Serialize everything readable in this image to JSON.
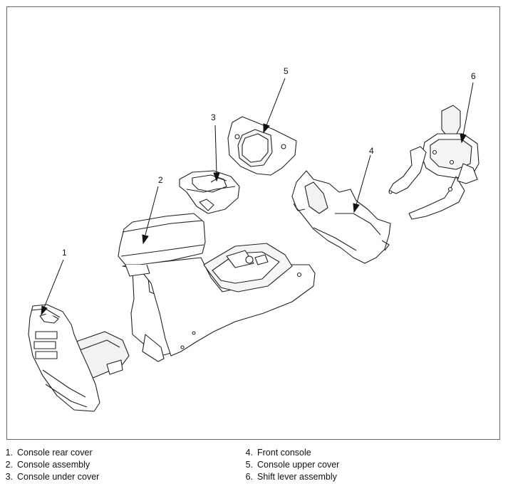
{
  "callouts": [
    "1",
    "2",
    "3",
    "4",
    "5",
    "6"
  ],
  "legend": {
    "left": [
      {
        "num": "1.",
        "label": "Console rear cover"
      },
      {
        "num": "2.",
        "label": "Console assembly"
      },
      {
        "num": "3.",
        "label": "Console under cover"
      }
    ],
    "right": [
      {
        "num": "4.",
        "label": "Front console"
      },
      {
        "num": "5.",
        "label": "Console upper cover"
      },
      {
        "num": "6.",
        "label": "Shift lever assembly"
      }
    ]
  },
  "colors": {
    "line": "#222222",
    "frame": "#6a6a6a",
    "fill": "#ffffff",
    "shade": "#e6e6e6"
  }
}
